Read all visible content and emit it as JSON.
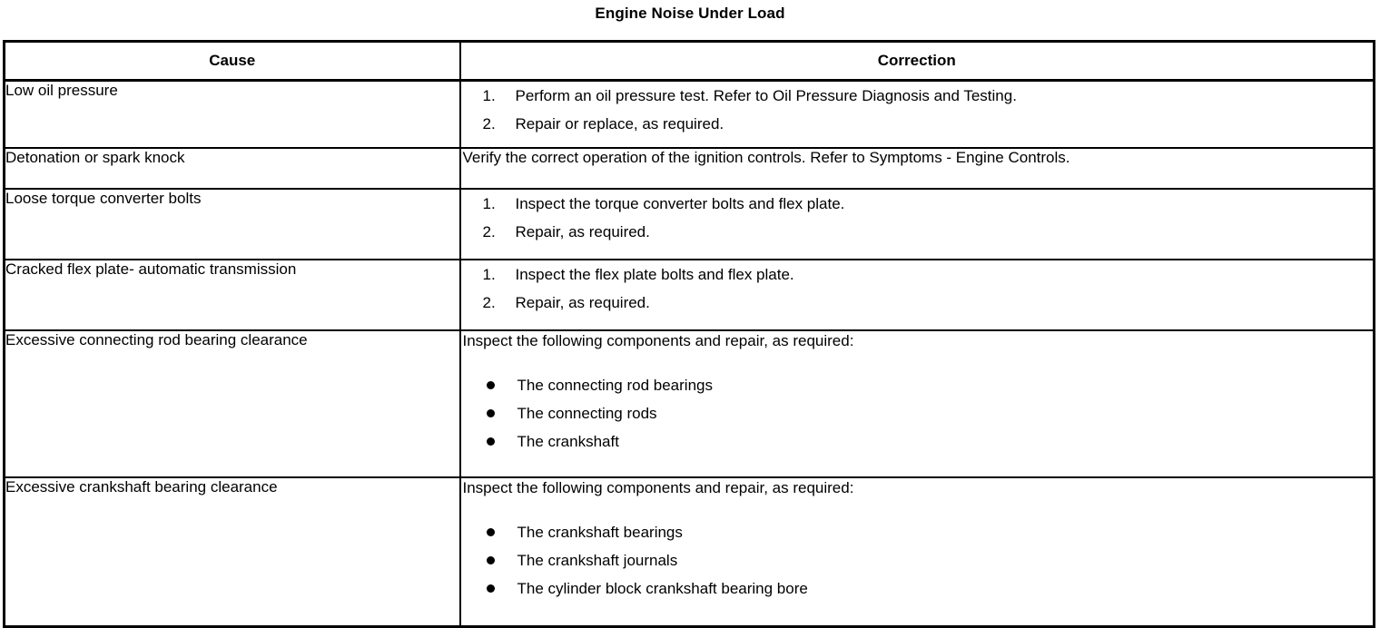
{
  "document": {
    "title": "Engine Noise Under Load"
  },
  "table": {
    "headers": {
      "cause": "Cause",
      "correction": "Correction"
    },
    "rows": [
      {
        "cause": "Low oil pressure",
        "correction_type": "numbered",
        "items": [
          {
            "num": "1.",
            "text": "Perform an oil pressure test. Refer to Oil Pressure Diagnosis and Testing."
          },
          {
            "num": "2.",
            "text": "Repair or replace, as required."
          }
        ]
      },
      {
        "cause": "Detonation or spark knock",
        "correction_type": "plain",
        "text": "Verify the correct operation of the ignition controls. Refer to Symptoms - Engine Controls."
      },
      {
        "cause": "Loose torque converter bolts",
        "correction_type": "numbered",
        "items": [
          {
            "num": "1.",
            "text": "Inspect the torque converter bolts and flex plate."
          },
          {
            "num": "2.",
            "text": "Repair, as required."
          }
        ]
      },
      {
        "cause": "Cracked flex plate- automatic transmission",
        "correction_type": "numbered",
        "items": [
          {
            "num": "1.",
            "text": "Inspect the flex plate bolts and flex plate."
          },
          {
            "num": "2.",
            "text": "Repair, as required."
          }
        ]
      },
      {
        "cause": "Excessive connecting rod bearing clearance",
        "correction_type": "bulleted",
        "intro": "Inspect the following components and repair, as required:",
        "bullets": [
          "The connecting rod bearings",
          "The connecting rods",
          "The crankshaft"
        ]
      },
      {
        "cause": "Excessive crankshaft bearing clearance",
        "correction_type": "bulleted",
        "intro": "Inspect the following components and repair, as required:",
        "bullets": [
          "The crankshaft bearings",
          "The crankshaft journals",
          "The cylinder block crankshaft bearing bore"
        ]
      }
    ]
  },
  "colors": {
    "background": "#ffffff",
    "text": "#000000",
    "border": "#000000"
  }
}
